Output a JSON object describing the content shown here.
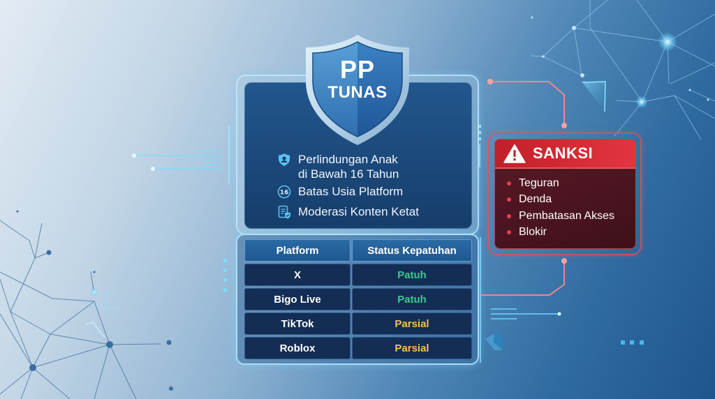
{
  "shield": {
    "line1": "PP",
    "line2": "TUNAS",
    "icon": "shield-icon"
  },
  "features": [
    {
      "icon": "shield-user-icon",
      "line1": "Perlindungan Anak",
      "line2": "di Bawah 16 Tahun"
    },
    {
      "icon": "age-16-icon",
      "badge": "16",
      "line1": "Batas Usia Platform"
    },
    {
      "icon": "document-check-icon",
      "line1": "Moderasi Konten Ketat"
    }
  ],
  "table": {
    "headers": [
      "Platform",
      "Status Kepatuhan"
    ],
    "rows": [
      {
        "platform": "X",
        "status": "Patuh",
        "status_color": "#3ec98d"
      },
      {
        "platform": "Bigo Live",
        "status": "Patuh",
        "status_color": "#3ec98d"
      },
      {
        "platform": "TikTok",
        "status": "Parsial",
        "status_color": "#f2c250"
      },
      {
        "platform": "Roblox",
        "status": "Parsial",
        "status_color": "#f2c250"
      }
    ]
  },
  "sanksi": {
    "icon": "warning-icon",
    "title": "SANKSI",
    "items": [
      "Teguran",
      "Denda",
      "Pembatasan Akses",
      "Blokir"
    ]
  },
  "colors": {
    "panel_blue": "#1c4a7c",
    "sanksi_red": "#d72c35",
    "status_green": "#3ec98d",
    "status_yellow": "#f2c250",
    "glow_cyan": "#7fdcff",
    "connector_red": "#f28a8a"
  }
}
